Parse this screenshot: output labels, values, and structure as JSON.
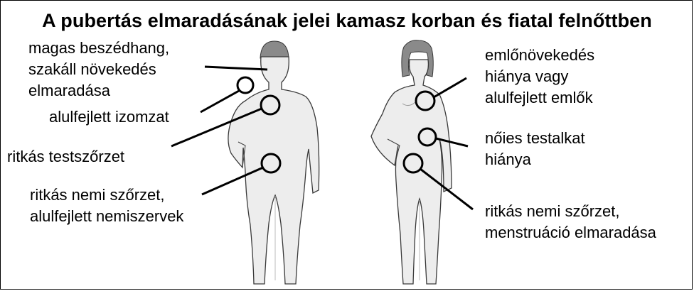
{
  "title": "A pubertás elmaradásának jelei kamasz korban és fiatal felnőttben",
  "male": {
    "labels": [
      {
        "lines": [
          "magas beszédhang,",
          "szakáll növekedés",
          "elmaradása"
        ]
      },
      {
        "lines": [
          "alulfejlett izomzat"
        ]
      },
      {
        "lines": [
          "ritkás testszőrzet"
        ]
      },
      {
        "lines": [
          "ritkás nemi szőrzet,",
          "alulfejlett nemiszervek"
        ]
      }
    ]
  },
  "female": {
    "labels": [
      {
        "lines": [
          "emlőnövekedés",
          "hiánya vagy",
          "alulfejlett emlők"
        ]
      },
      {
        "lines": [
          "nőies testalkat",
          "hiánya"
        ]
      },
      {
        "lines": [
          "ritkás nemi szőrzet,",
          "menstruáció elmaradása"
        ]
      }
    ]
  },
  "colors": {
    "body_fill": "#ededed",
    "body_outline": "#3a3a3a",
    "hair": "#8a8a8a",
    "line": "#000000"
  }
}
